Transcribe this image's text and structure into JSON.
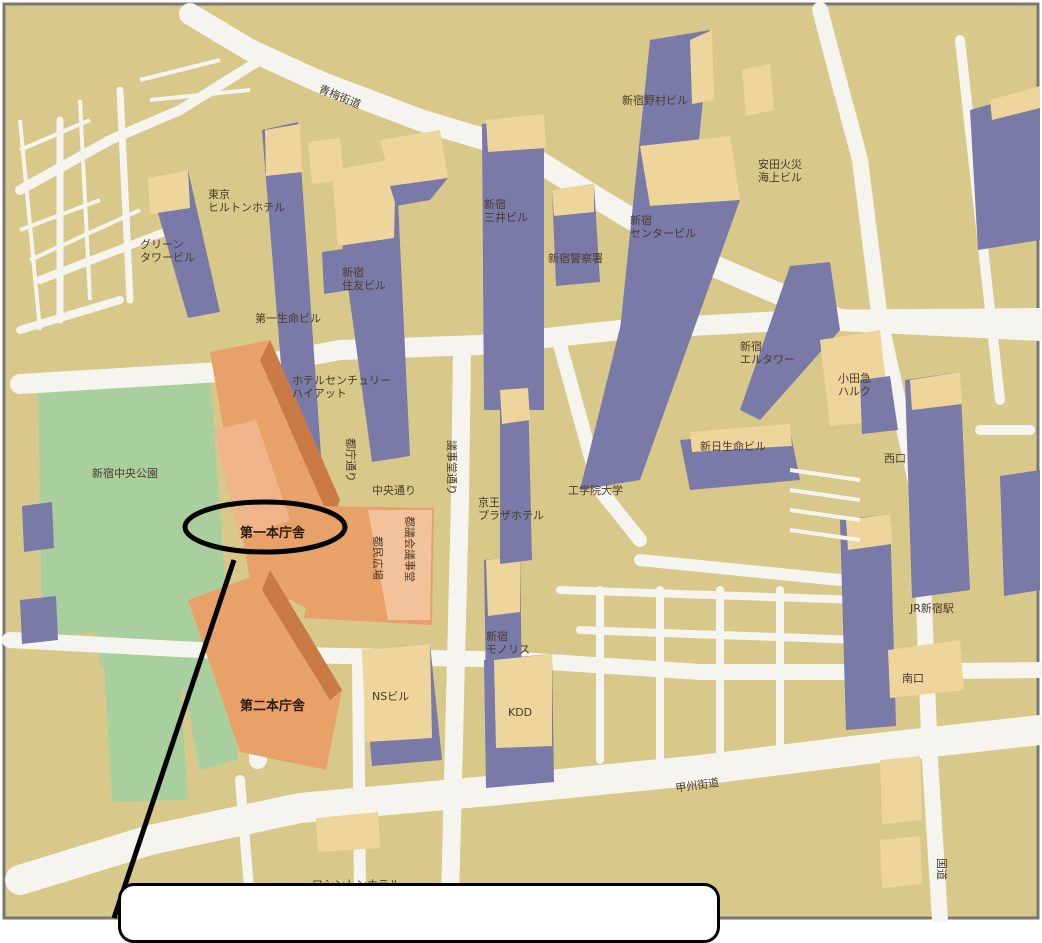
{
  "map": {
    "labels": {
      "ome_kaido": "青梅街道",
      "shinjuku_nomura": "新宿野村ビル",
      "yasuda_kasai": "安田火災\n海上ビル",
      "tokyo_hilton": "東京\nヒルトンホテル",
      "shinjuku_mitsui": "新宿\n三井ビル",
      "shinjuku_center": "新宿\nセンタービル",
      "green_tower": "グリーン\nタワービル",
      "shinjuku_sumitomo": "新宿\n住友ビル",
      "police": "新宿警察署",
      "daiichi_seimei": "第一生命ビル",
      "shinjuku_l_tower": "新宿\nエルタワー",
      "hyatt": "ホテルセンチュリー\nハイアット",
      "odakyu_halc": "小田急\nハルク",
      "chuo_park": "新宿中央公園",
      "tocho_dori": "都庁通り",
      "gijido_dori": "議事堂通り",
      "nichiseimei": "新日生命ビル",
      "nishiguchi": "西口",
      "chuo_dori": "中央通り",
      "keio_plaza": "京王\nプラザホテル",
      "kogakuin": "工学院大学",
      "daiichi_honchosha": "第一本庁舎",
      "togikai": "都議会議事堂",
      "tomin_hiroba": "都民広場",
      "jr_shinjuku": "JR新宿駅",
      "monolith": "新宿\nモノリス",
      "ns_building": "NSビル",
      "kdd": "KDD",
      "minamiguchi": "南口",
      "daini_honchosha": "第二本庁舎",
      "koshu_kaido": "甲州街道",
      "washington": "ワシントンホテル",
      "kokudo": "国道"
    },
    "highlight": "第一本庁舎",
    "colors": {
      "ground": "#d8c98a",
      "road": "#f6f4ee",
      "park": "#a9cf9e",
      "building_dark": "#7a7aa8",
      "building_light": "#eed59c",
      "tocho": "#e9a16a",
      "tocho_dark": "#c97a45"
    }
  },
  "callout": {
    "text": ""
  }
}
